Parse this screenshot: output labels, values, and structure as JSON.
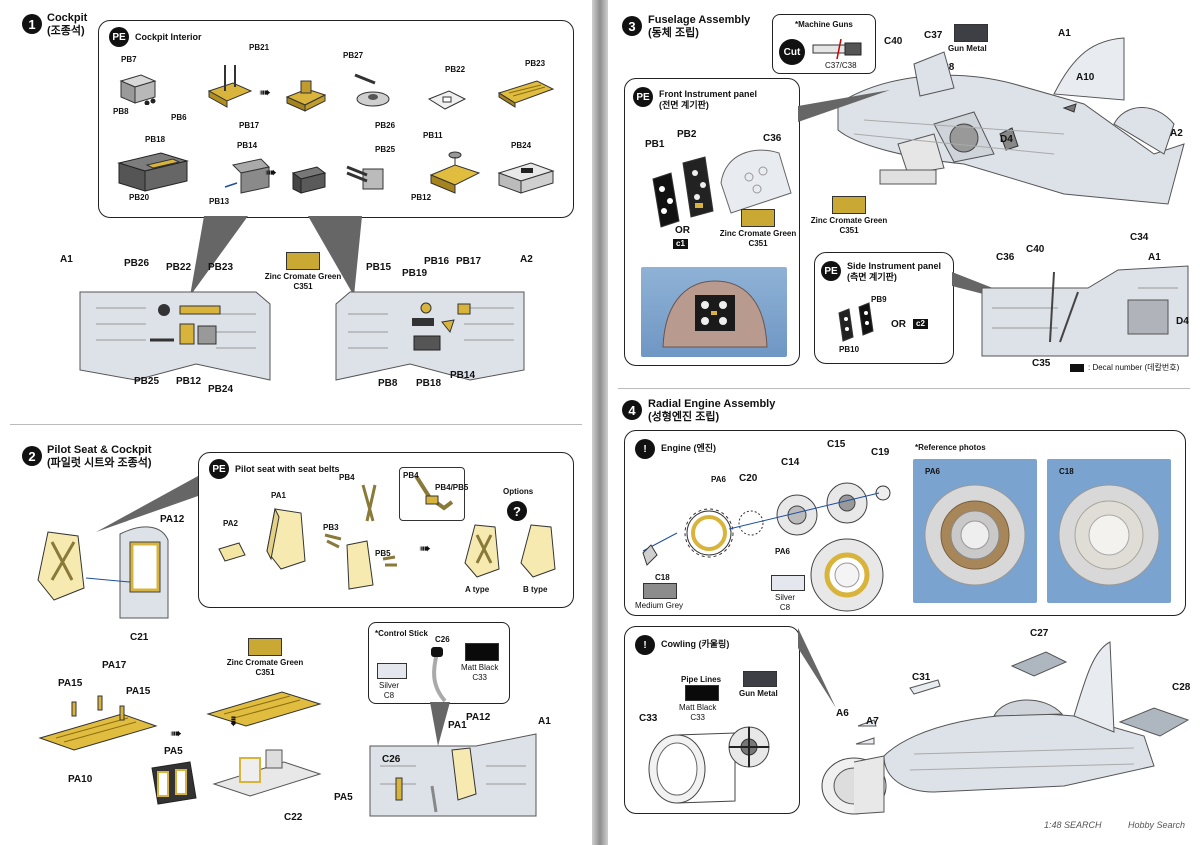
{
  "colors": {
    "zinc": "#c9a934",
    "silver": "#e4e8ee",
    "medium_grey": "#8c8c8c",
    "gun_metal": "#3d3f44",
    "matt_black": "#0a0a0a",
    "aircraft": "#dde1e8"
  },
  "step1": {
    "number": "1",
    "title": "Cockpit",
    "title_kr": "(조종석)",
    "pe_badge": "PE",
    "pe_title": "Cockpit Interior",
    "parts": {
      "pb7": "PB7",
      "pb8": "PB8",
      "pb6": "PB6",
      "pb21": "PB21",
      "pb17": "PB17",
      "pb27": "PB27",
      "pb26": "PB26",
      "pb22": "PB22",
      "pb23": "PB23",
      "pb18": "PB18",
      "pb20": "PB20",
      "pb14": "PB14",
      "pb13": "PB13",
      "pb25": "PB25",
      "pb11": "PB11",
      "pb12": "PB12",
      "pb24": "PB24"
    },
    "a1": "A1",
    "a2": "A2",
    "left_labels": {
      "pb26": "PB26",
      "pb22": "PB22",
      "pb23": "PB23",
      "pb25": "PB25",
      "pb12": "PB12",
      "pb24": "PB24"
    },
    "right_labels": {
      "pb15": "PB15",
      "pb19": "PB19",
      "pb16": "PB16",
      "pb17": "PB17",
      "pb8": "PB8",
      "pb18": "PB18",
      "pb14": "PB14"
    },
    "paint": {
      "name": "Zinc Cromate Green",
      "code": "C351"
    }
  },
  "step2": {
    "number": "2",
    "title": "Pilot Seat & Cockpit",
    "title_kr": "(파일럿 시트와 조종석)",
    "pe_badge": "PE",
    "pe_title": "Pilot seat with seat belts",
    "parts": {
      "pa1": "PA1",
      "pa2": "PA2",
      "pb4": "PB4",
      "pb3": "PB3",
      "pb5": "PB5",
      "pb4b": "PB4",
      "pb4pb5": "PB4/PB5"
    },
    "options": "Options",
    "a_type": "A type",
    "b_type": "B type",
    "question": "?",
    "pa12": "PA12",
    "c21": "C21",
    "floor": {
      "pa17": "PA17",
      "pa15a": "PA15",
      "pa15b": "PA15",
      "pa10": "PA10",
      "pa5": "PA5",
      "c22": "C22"
    },
    "paint": {
      "name": "Zinc Cromate Green",
      "code": "C351"
    },
    "stick": {
      "title": "*Control Stick",
      "c26": "C26",
      "silver_name": "Silver",
      "silver_code": "C8",
      "black_name": "Matt Black",
      "black_code": "C33"
    },
    "fuselage": {
      "pa1": "PA1",
      "pa12": "PA12",
      "a1": "A1",
      "c26": "C26",
      "pa5": "PA5"
    }
  },
  "step3": {
    "number": "3",
    "title": "Fuselage Assembly",
    "title_kr": "(동체 조립)",
    "guns": {
      "title": "*Machine Guns",
      "cut": "Cut",
      "parts": "C37/C38"
    },
    "labels": {
      "c40": "C40",
      "c37": "C37",
      "c38": "C38",
      "gun_metal": "Gun Metal",
      "a1": "A1",
      "a10": "A10",
      "a2": "A2",
      "d4": "D4"
    },
    "paint": {
      "name": "Zinc Cromate Green",
      "code": "C351"
    },
    "front_panel": {
      "badge": "PE",
      "title": "Front Instrument panel",
      "title_kr": "(전면 계기판)",
      "pb1": "PB1",
      "pb2": "PB2",
      "c36": "C36",
      "or": "OR",
      "decal": "c1",
      "paint_name": "Zinc Cromate Green",
      "paint_code": "C351"
    },
    "side_panel": {
      "badge": "PE",
      "title": "Side Instrument panel",
      "title_kr": "(측면 계기판)",
      "pb9": "PB9",
      "pb10": "PB10",
      "or": "OR",
      "decal": "c2"
    },
    "lower": {
      "c36": "C36",
      "c40": "C40",
      "c34": "C34",
      "a1": "A1",
      "d4": "D4",
      "c35": "C35"
    },
    "decal_note": ": Decal number (데칼번호)"
  },
  "step4": {
    "number": "4",
    "title": "Radial Engine Assembly",
    "title_kr": "(성형엔진 조립)",
    "engine": {
      "badge": "!",
      "title": "Engine (엔진)",
      "pa6": "PA6",
      "c20": "C20",
      "c14": "C14",
      "c15": "C15",
      "c19": "C19",
      "c18": "C18",
      "grey_name": "Medium Grey",
      "silver_name": "Silver",
      "silver_code": "C8",
      "pa6b": "PA6"
    },
    "ref": {
      "title": "*Reference photos",
      "pa6": "PA6",
      "c18": "C18"
    },
    "cowling": {
      "badge": "!",
      "title": "Cowling (카울링)",
      "pipe": "Pipe Lines",
      "black_name": "Matt Black",
      "black_code": "C33",
      "gun_metal": "Gun Metal",
      "c33": "C33"
    },
    "plane": {
      "c27": "C27",
      "c31": "C31",
      "c28": "C28",
      "a6": "A6",
      "a7": "A7"
    }
  },
  "footer": {
    "watermark": "1:48 SEARCH",
    "credit": "Hobby Search"
  }
}
